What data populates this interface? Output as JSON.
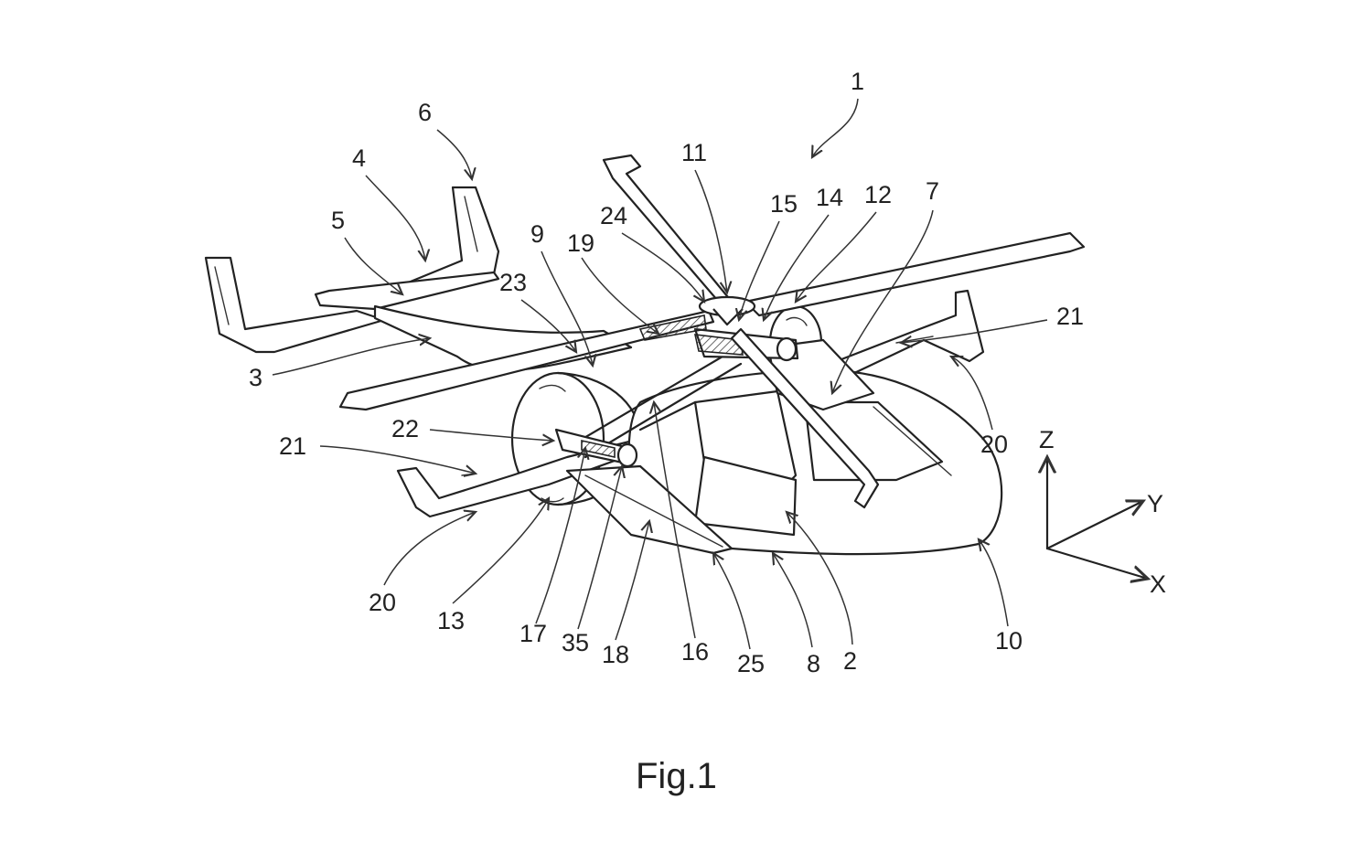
{
  "caption": "Fig.1",
  "reference_numerals": [
    "1",
    "2",
    "3",
    "4",
    "5",
    "6",
    "7",
    "8",
    "9",
    "10",
    "11",
    "12",
    "13",
    "14",
    "15",
    "16",
    "17",
    "18",
    "19",
    "20",
    "20",
    "21",
    "21",
    "22",
    "23",
    "24",
    "25",
    "35"
  ],
  "axes": {
    "z": "Z",
    "y": "Y",
    "x": "X"
  }
}
